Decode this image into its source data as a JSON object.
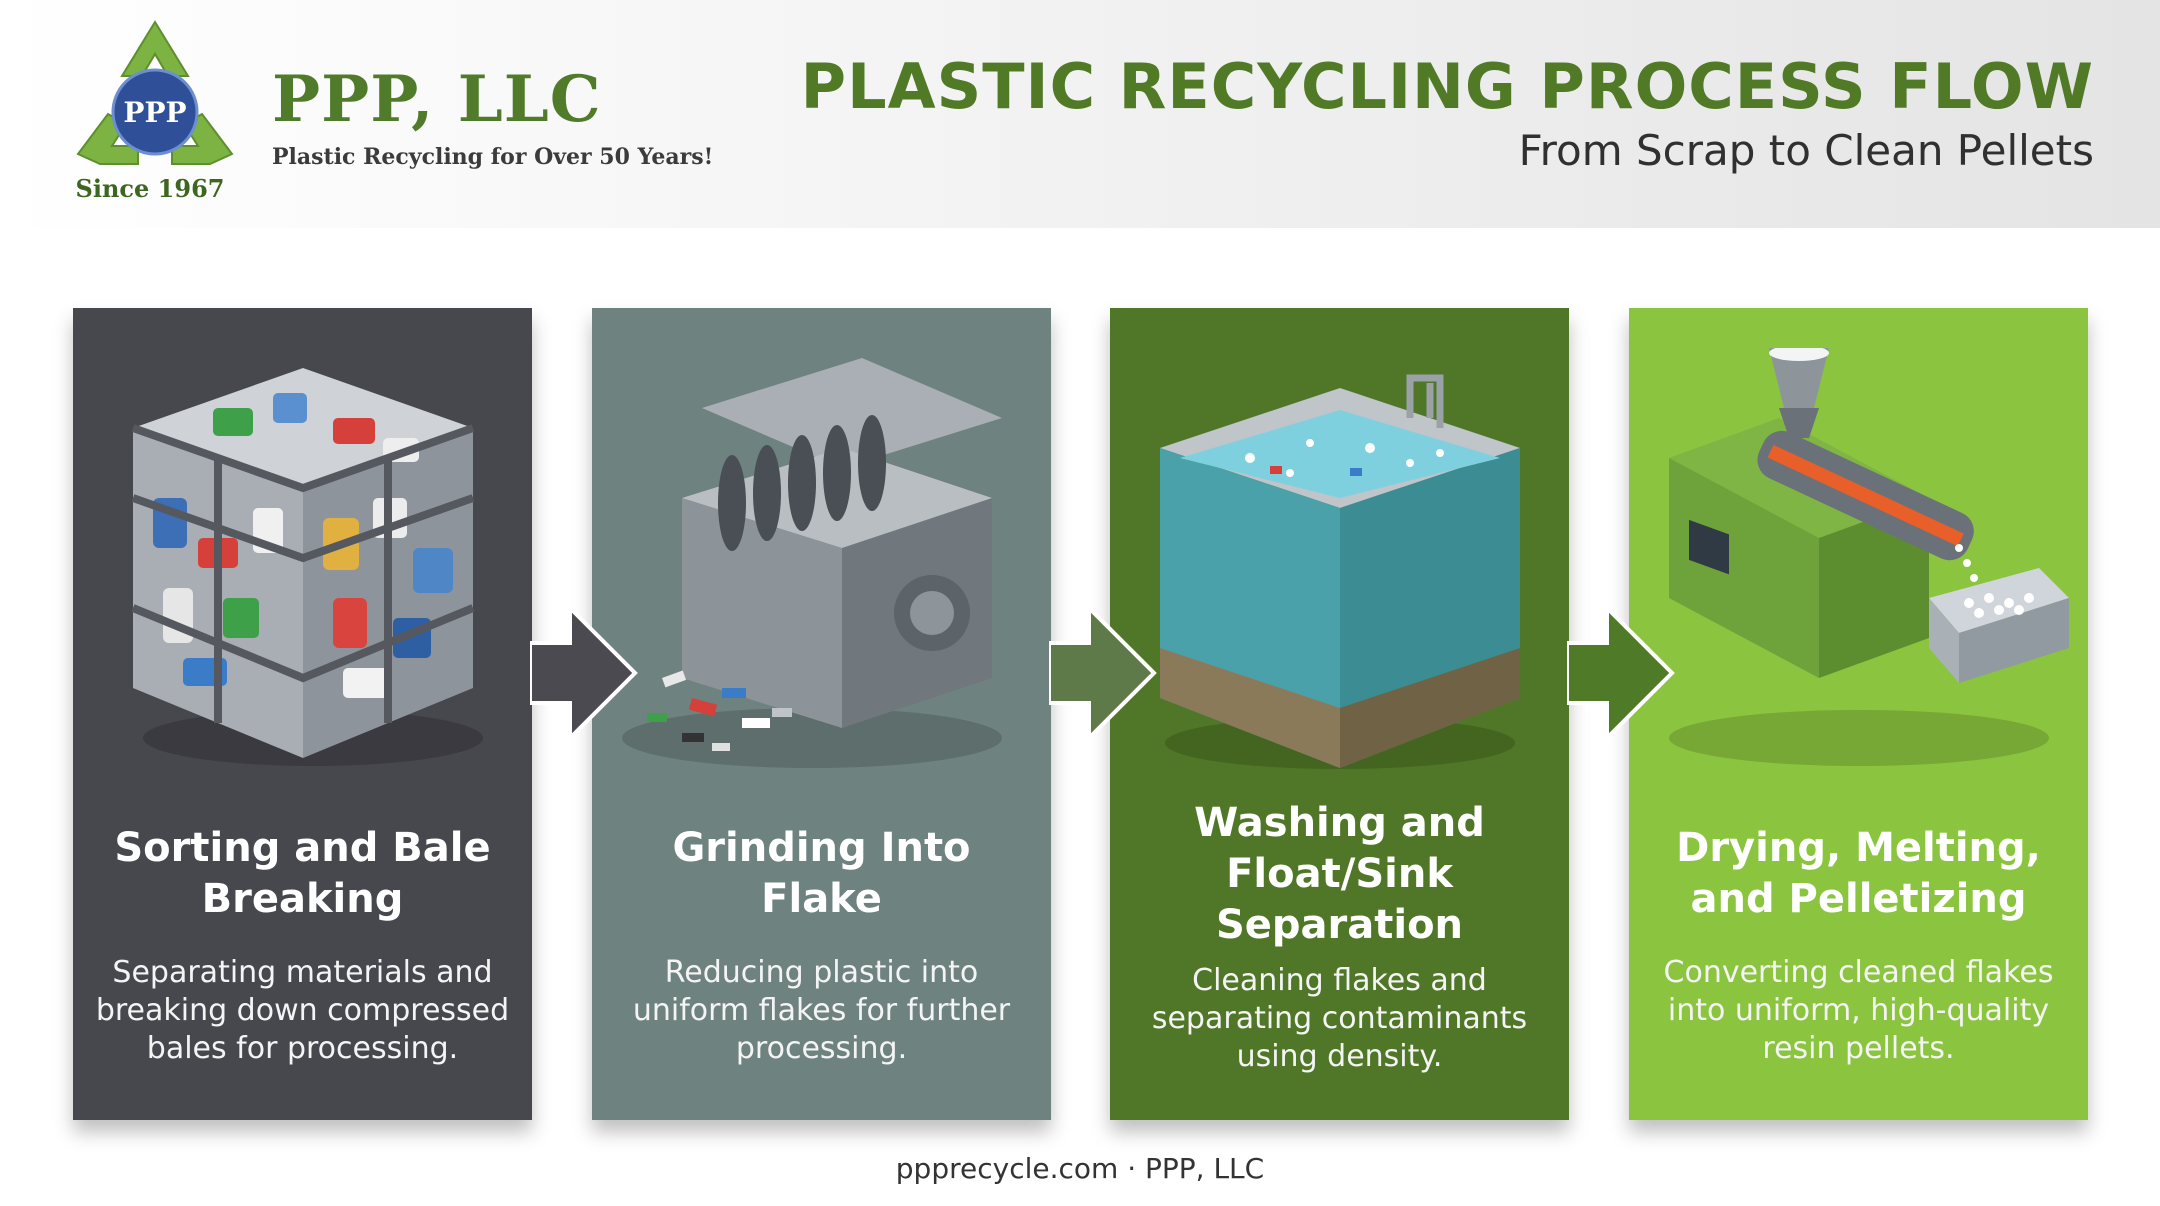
{
  "header": {
    "logo_text": "PPP",
    "company_name": "PPP, LLC",
    "tagline": "Plastic Recycling for Over 50 Years!",
    "since": "Since 1967",
    "title": "PLASTIC RECYCLING PROCESS FLOW",
    "subtitle": "From Scrap to Clean Pellets"
  },
  "steps": [
    {
      "title": "Sorting and Bale Breaking",
      "description": "Separating materials and breaking down compressed bales for processing.",
      "color": "#47474e",
      "icon": "plastic-bale-icon"
    },
    {
      "title": "Grinding Into Flake",
      "description": "Reducing plastic into uniform flakes for further processing.",
      "color": "#6e8280",
      "icon": "grinder-icon"
    },
    {
      "title": "Washing and Float/Sink Separation",
      "description": "Cleaning flakes and separating contaminants using density.",
      "color": "#507627",
      "icon": "wash-tank-icon"
    },
    {
      "title": "Drying, Melting, and Pelletizing",
      "description": "Converting cleaned flakes into uniform, high-quality resin pellets.",
      "color": "#8bc43f",
      "icon": "extruder-icon"
    }
  ],
  "footer": "ppprecycle.com · PPP, LLC",
  "colors": {
    "brand_green": "#517a27",
    "accent_green": "#8bc43f",
    "text_dark": "#303030"
  }
}
